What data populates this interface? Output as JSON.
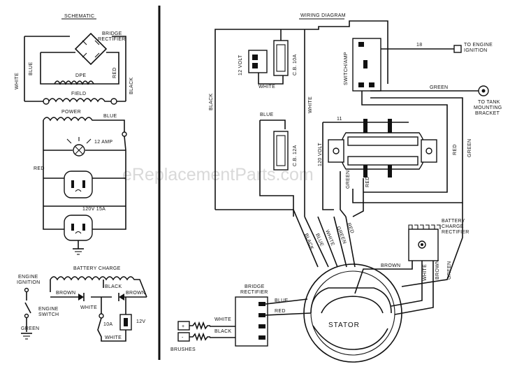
{
  "watermark": "eReplacementParts.com",
  "schematic": {
    "title": "SCHEMATIC",
    "bridge_rectifier": "BRIDGE RECTIFIER",
    "blue": "BLUE",
    "white": "WHITE",
    "red": "RED",
    "black": "BLACK",
    "dpe": "DPE",
    "field": "FIELD",
    "power": "POWER",
    "power_blue": "BLUE",
    "amp_12": "12 AMP",
    "red_left": "RED",
    "outlet_120v": "120V 15A",
    "battery_charge": "BATTERY CHARGE",
    "brown_left": "BROWN",
    "black_mid": "BLACK",
    "brown_right": "BROWN",
    "white_mid": "WHITE",
    "fuse_10a": "10A",
    "volt_12v": "12V",
    "white_bottom": "WHITE",
    "engine_ignition": "ENGINE IGNITION",
    "engine_switch": "ENGINE SWITCH",
    "green": "GREEN"
  },
  "wiring": {
    "title": "WIRING DIAGRAM",
    "volt_12": "12 VOLT",
    "cb_10a": "C.B. 10A",
    "white_small": "WHITE",
    "switch_amp": "SWITCH/AMP",
    "wire_18": "18",
    "to_engine_ignition": "TO ENGINE IGNITION",
    "black_left": "BLACK",
    "white_vert": "WHITE",
    "green_top": "GREEN",
    "to_tank": "TO TANK MOUNTING BRACKET",
    "wire_11": "11",
    "blue": "BLUE",
    "cb_12a": "C.B. 12A",
    "volt_120": "120 VOLT",
    "red_right": "RED",
    "green_right": "GREEN",
    "green_mid": "GREEN",
    "red_mid": "RED",
    "bundle_black": "BLACK",
    "bundle_blue": "BLUE",
    "bundle_white": "WHITE",
    "bundle_green": "GREEN",
    "bundle_red": "RED",
    "battery_charge_rectifier": "BATTERY CHARGE RECTIFIER",
    "brown": "BROWN",
    "white_r": "WHITE",
    "brown_r": "BROWN",
    "green_far": "GREEN",
    "bridge_rectifier": "BRIDGE RECTIFIER",
    "rect_blue": "BLUE",
    "rect_red": "RED",
    "rect_white": "WHITE",
    "rect_black": "BLACK",
    "stator": "STATOR",
    "brushes": "BRUSHES"
  }
}
